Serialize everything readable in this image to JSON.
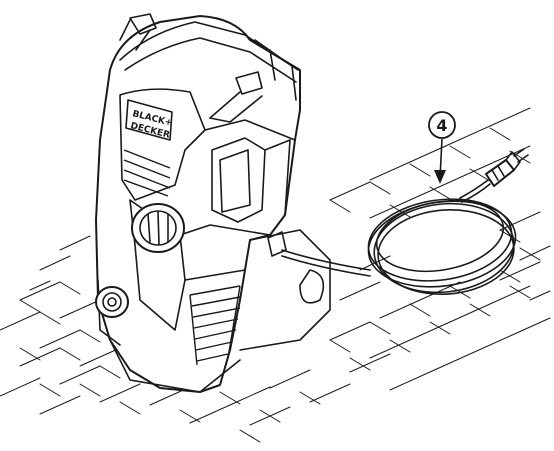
{
  "figure": {
    "callout": {
      "number": "4"
    },
    "logo": {
      "line1": "BLACK+",
      "line2": "DECKER"
    }
  }
}
